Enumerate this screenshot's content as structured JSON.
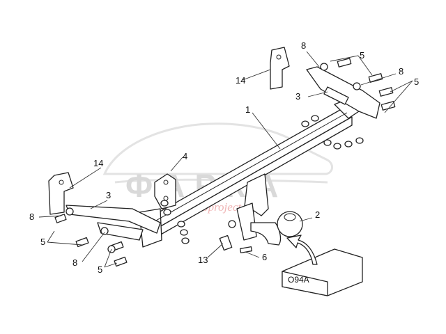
{
  "watermark": {
    "brand": "ФАРКА",
    "tagline": "hack autoproject"
  },
  "kit_box": {
    "code": "O94A"
  },
  "callouts": [
    "1",
    "2",
    "3",
    "3",
    "4",
    "5",
    "5",
    "5",
    "5",
    "6",
    "8",
    "8",
    "8",
    "8",
    "13",
    "14",
    "14"
  ],
  "colors": {
    "line": "#222222",
    "watermark": "#d9d9d9",
    "watermark_accent": "#f0b7b7"
  }
}
